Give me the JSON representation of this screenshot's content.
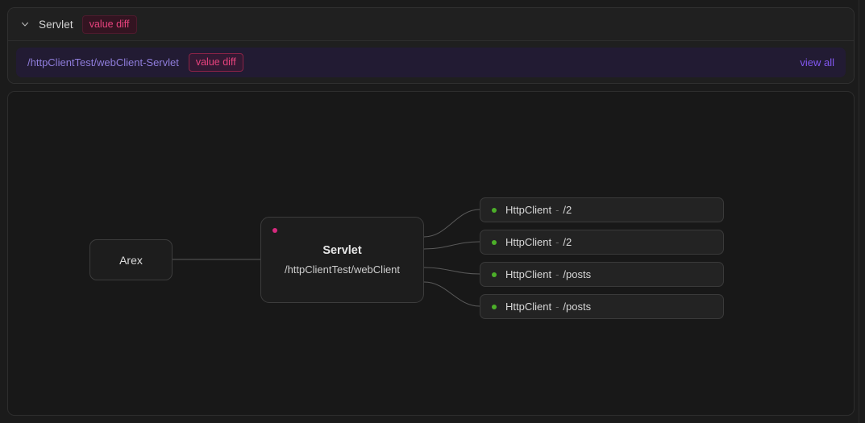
{
  "panel": {
    "chevron_icon": "chevron-down-icon",
    "title": "Servlet",
    "title_badge": "value diff",
    "row": {
      "path": "/httpClientTest/webClient-Servlet",
      "badge": "value diff",
      "view_all_label": "view all"
    }
  },
  "graph": {
    "nodes": {
      "arex": {
        "label": "Arex"
      },
      "servlet": {
        "title": "Servlet",
        "subtitle": "/httpClientTest/webClient",
        "status_dot": "pink-status-dot"
      },
      "clients": [
        {
          "name": "HttpClient",
          "separator": "-",
          "path": "/2",
          "status_dot": "green-status-dot"
        },
        {
          "name": "HttpClient",
          "separator": "-",
          "path": "/2",
          "status_dot": "green-status-dot"
        },
        {
          "name": "HttpClient",
          "separator": "-",
          "path": "/posts",
          "status_dot": "green-status-dot"
        },
        {
          "name": "HttpClient",
          "separator": "-",
          "path": "/posts",
          "status_dot": "green-status-dot"
        }
      ]
    }
  },
  "colors": {
    "page_background": "#1b1b1b",
    "panel_background": "#1f1f1f",
    "panel_border": "#303030",
    "graph_background": "#181818",
    "diff_row_background": "#221b33",
    "diff_path_text": "#8f7ddb",
    "badge_text": "#e8437e",
    "badge_solid_background": "#331421",
    "badge_border": "#8a2346",
    "link_purple": "#8257f0",
    "node_background": "#1d1d1d",
    "node_border": "#3c3c3c",
    "edge_stroke": "#5a5a5a",
    "green_dot": "#4caf29",
    "pink_dot": "#d62a7e"
  }
}
